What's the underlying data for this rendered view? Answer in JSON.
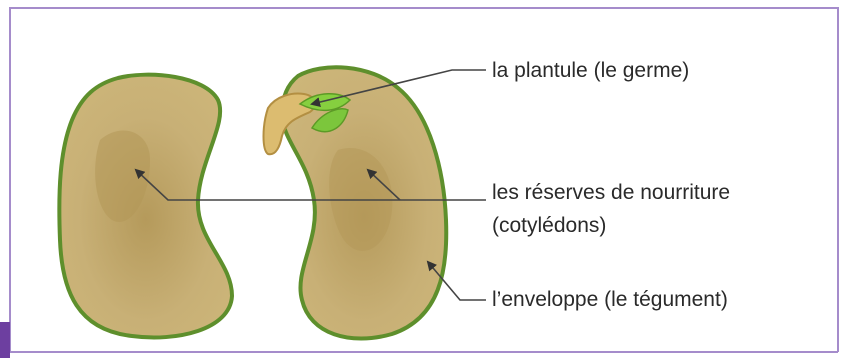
{
  "diagram": {
    "labels": {
      "plantule": "la plantule (le germe)",
      "reserves_line1": "les réserves de nourriture",
      "reserves_line2": "(cotylédons)",
      "enveloppe": "l’enveloppe (le tégument)"
    }
  },
  "colors": {
    "frame_border": "#8e6bb5",
    "corner_accent": "#6d3fa0",
    "seed_fill": "#c7ae72",
    "seed_fill_inner": "#b69a5c",
    "seed_coat": "#6f9a3a",
    "seed_coat_dark": "#3f6a1e",
    "germ": "#d9b76a",
    "leaf": "#7cc63c",
    "leader_line": "#444444"
  },
  "icons": [
    "arrow-head-icon"
  ]
}
